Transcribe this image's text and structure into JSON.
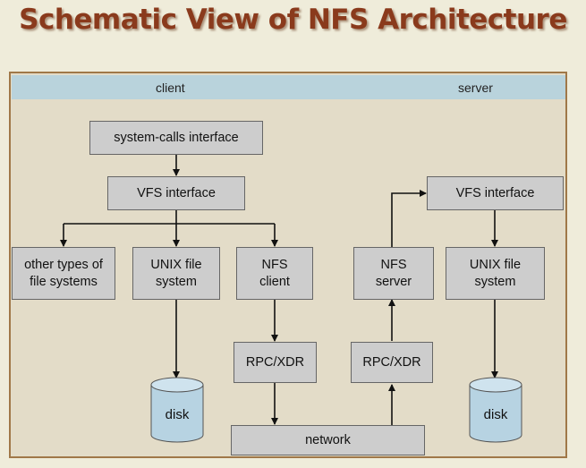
{
  "title": "Schematic View of NFS Architecture",
  "headers": {
    "client": "client",
    "server": "server"
  },
  "boxes": {
    "system_calls_interface": "system-calls interface",
    "client_vfs_interface": "VFS interface",
    "other_types": "other types of\nfile systems",
    "client_unix_fs": "UNIX file\nsystem",
    "nfs_client": "NFS\nclient",
    "client_rpc_xdr": "RPC/XDR",
    "network": "network",
    "nfs_server": "NFS\nserver",
    "server_rpc_xdr": "RPC/XDR",
    "server_vfs_interface": "VFS interface",
    "server_unix_fs": "UNIX file\nsystem"
  },
  "disks": {
    "client_disk": "disk",
    "server_disk": "disk"
  },
  "colors": {
    "title": "#8a3a1c",
    "background": "#e3dcc8",
    "header_band": "#b9d3dc",
    "box_fill": "#cdcdcd",
    "disk_fill": "#b7d3e2"
  }
}
